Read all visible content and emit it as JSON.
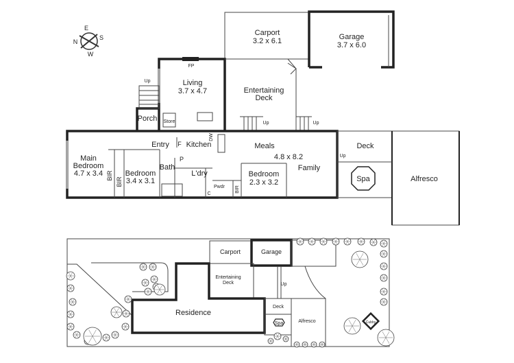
{
  "compass": {
    "n": "N",
    "e": "E",
    "s": "S",
    "w": "W"
  },
  "floor_plan": {
    "rooms": {
      "carport": {
        "name": "Carport",
        "size": "3.2 x 6.1"
      },
      "garage": {
        "name": "Garage",
        "size": "3.7 x 6.0"
      },
      "living": {
        "name": "Living",
        "size": "3.7 x 4.7"
      },
      "entertaining_deck": {
        "name": "Entertaining",
        "name2": "Deck"
      },
      "porch": "Porch",
      "store": "Store",
      "entry": "Entry",
      "kitchen": "Kitchen",
      "main_bedroom": {
        "name": "Main",
        "name2": "Bedroom",
        "size": "4.7 x 3.4"
      },
      "bedroom2": {
        "name": "Bedroom",
        "size": "3.4 x 3.1"
      },
      "bath": "Bath",
      "laundry": "L'dry",
      "pantry": "P",
      "fridge": "F",
      "dishwasher": "DW",
      "cupboard": "C",
      "powder": "Pwdr",
      "meals": {
        "name": "Meals",
        "size": "4.8 x 8.2",
        "name2": "Family"
      },
      "bedroom3": {
        "name": "Bedroom",
        "size": "2.3 x 3.2"
      },
      "bir": "BIR",
      "deck": "Deck",
      "spa": "Spa",
      "alfresco": "Alfresco",
      "fireplace": "FP",
      "up": "Up"
    }
  },
  "site_plan": {
    "carport": "Carport",
    "garage": "Garage",
    "entertaining_deck": {
      "name": "Entertaining",
      "name2": "Deck"
    },
    "residence": "Residence",
    "deck": "Deck",
    "spa": "Spa",
    "alfresco": "Alfresco",
    "cubby": "Cubby",
    "up": "Up"
  }
}
